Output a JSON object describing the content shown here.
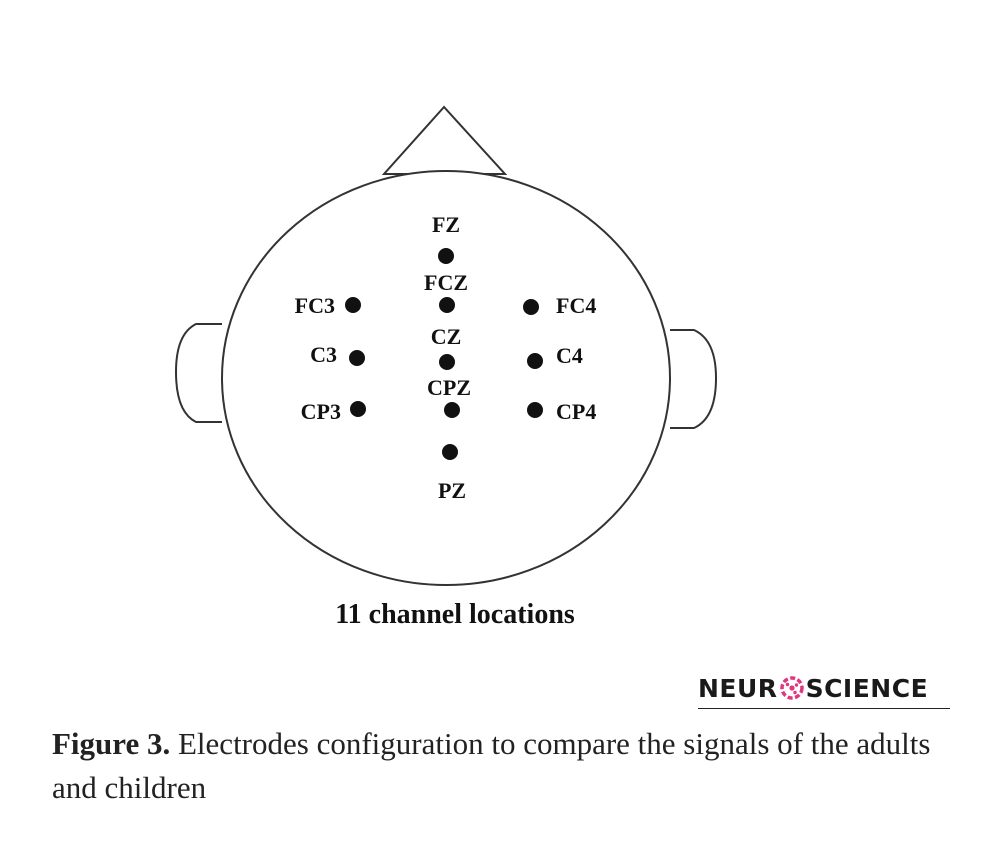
{
  "diagram": {
    "electrodes": [
      {
        "id": "fz",
        "label": "FZ"
      },
      {
        "id": "fcz",
        "label": "FCZ"
      },
      {
        "id": "cz",
        "label": "CZ"
      },
      {
        "id": "cpz",
        "label": "CPZ"
      },
      {
        "id": "pz",
        "label": "PZ"
      },
      {
        "id": "fc3",
        "label": "FC3"
      },
      {
        "id": "c3",
        "label": "C3"
      },
      {
        "id": "cp3",
        "label": "CP3"
      },
      {
        "id": "fc4",
        "label": "FC4"
      },
      {
        "id": "c4",
        "label": "C4"
      },
      {
        "id": "cp4",
        "label": "CP4"
      }
    ],
    "caption": "11 channel locations"
  },
  "brand": {
    "prefix": "NEUR",
    "suffix": "SCIENCE",
    "logo_icon": "brain-network-icon",
    "logo_color": "#e2357f"
  },
  "figure": {
    "label": "Figure 3.",
    "text": " Electrodes configuration to compare the signals of the adults and children"
  }
}
